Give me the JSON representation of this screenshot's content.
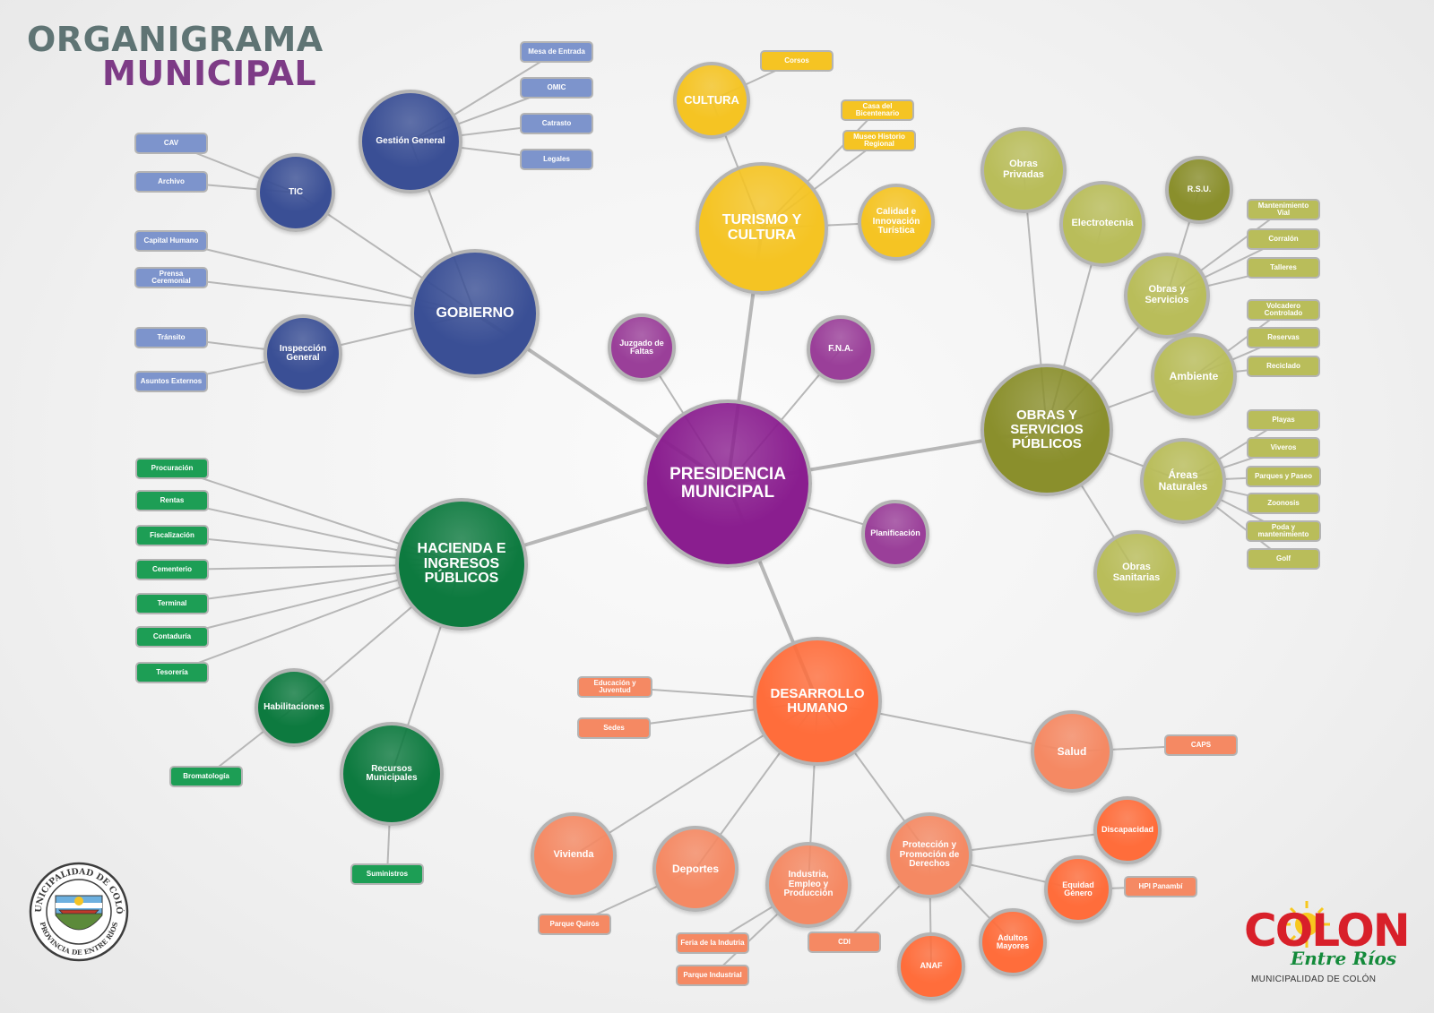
{
  "header": {
    "line1": "ORGANIGRAMA",
    "line2": "MUNICIPAL"
  },
  "colors": {
    "presidencia": "#8a1e8f",
    "gobierno": "#3a4f95",
    "gobierno_light": "#7d94cc",
    "hacienda": "#0d7a3f",
    "hacienda_light": "#1d9e55",
    "turismo": "#f5c423",
    "obras": "#8a8f2c",
    "obras_light": "#b9bd5a",
    "desarrollo": "#ff6d3b",
    "desarrollo_light": "#f58963",
    "fna": "#9a3f99",
    "connector": "#b7b7b7"
  },
  "center": {
    "label": "PRESIDENCIA MUNICIPAL"
  },
  "satellites": {
    "juzgado": "Juzgado de Faltas",
    "fna": "F.N.A.",
    "planificacion": "Planificación"
  },
  "gobierno": {
    "label": "GOBIERNO",
    "gestion": {
      "label": "Gestión General",
      "items": [
        "Mesa de Entrada",
        "OMIC",
        "Catrasto",
        "Legales"
      ]
    },
    "tic": {
      "label": "TIC",
      "items": [
        "CAV",
        "Archivo"
      ]
    },
    "direct": [
      "Capital Humano",
      "Prensa Ceremonial"
    ],
    "inspeccion": {
      "label": "Inspección General",
      "items": [
        "Tránsito",
        "Asuntos Externos"
      ]
    }
  },
  "hacienda": {
    "label": "HACIENDA E INGRESOS PÚBLICOS",
    "items": [
      "Procuración",
      "Rentas",
      "Fiscalización",
      "Cementerio",
      "Terminal",
      "Contaduría",
      "Tesorería"
    ],
    "habilitaciones": {
      "label": "Habilitaciones",
      "items": [
        "Bromatología"
      ]
    },
    "recursos": {
      "label": "Recursos Municipales",
      "items": [
        "Suministros"
      ]
    }
  },
  "turismo": {
    "label": "TURISMO Y CULTURA",
    "cultura": {
      "label": "CULTURA",
      "items": [
        "Corsos"
      ]
    },
    "items": [
      "Casa del Bicentenario",
      "Museo Historio Regional"
    ],
    "calidad": "Calidad e Innovación Turística"
  },
  "obras": {
    "label": "OBRAS Y SERVICIOS PÚBLICOS",
    "privadas": "Obras Privadas",
    "electrotecnia": "Electrotecnia",
    "rsu": "R.S.U.",
    "servicios": {
      "label": "Obras y Servicios",
      "items": [
        "Mantenimiento Vial",
        "Corralón",
        "Talleres"
      ]
    },
    "ambiente": {
      "label": "Ambiente",
      "items": [
        "Volcadero Controlado",
        "Reservas",
        "Reciclado"
      ]
    },
    "areas": {
      "label": "Áreas Naturales",
      "items": [
        "Playas",
        "Viveros",
        "Parques y Paseo",
        "Zoonosis",
        "Poda y mantenimiento",
        "Golf"
      ]
    },
    "sanitarias": "Obras Sanitarias"
  },
  "desarrollo": {
    "label": "DESARROLLO HUMANO",
    "items": [
      "Educación y Juventud",
      "Sedes"
    ],
    "salud": {
      "label": "Salud",
      "items": [
        "CAPS"
      ]
    },
    "vivienda": "Vivienda",
    "deportes": {
      "label": "Deportes",
      "items": [
        "Parque Quirós"
      ]
    },
    "industria": {
      "label": "Industria, Empleo y Producción",
      "items": [
        "Feria de la Indutria",
        "Parque Industrial"
      ]
    },
    "proteccion": {
      "label": "Protección y Promoción de Derechos",
      "cdi": "CDI",
      "anaf": "ANAF",
      "adultos": "Adultos Mayores",
      "discapacidad": "Discapacidad",
      "equidad": {
        "label": "Equidad Género",
        "items": [
          "HPI Panambí"
        ]
      }
    }
  },
  "seal": {
    "top": "MUNICIPALIDAD DE COLÓN",
    "bottom": "PROVINCIA DE ENTRE RÍOS"
  },
  "logo": {
    "brand": "COLON",
    "subtitle": "Entre Ríos",
    "caption": "MUNICIPALIDAD DE COLÓN"
  }
}
